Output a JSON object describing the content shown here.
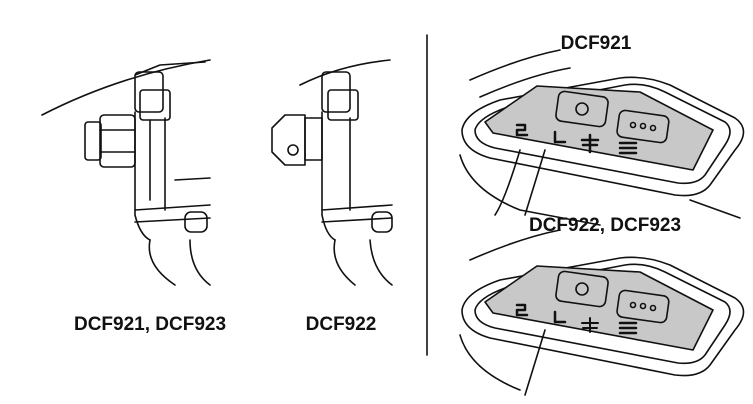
{
  "left_figures": [
    {
      "label": "DCF921, DCF923",
      "anvil": "hog-ring"
    },
    {
      "label": "DCF922",
      "anvil": "detent-pin"
    }
  ],
  "right_figures": [
    {
      "label": "DCF921",
      "panel_modes": [
        "2",
        "1"
      ]
    },
    {
      "label": "DCF922, DCF923",
      "panel_modes": [
        "2",
        "1"
      ]
    }
  ],
  "colors": {
    "line": "#111111",
    "panel": "#c8c8c8"
  }
}
